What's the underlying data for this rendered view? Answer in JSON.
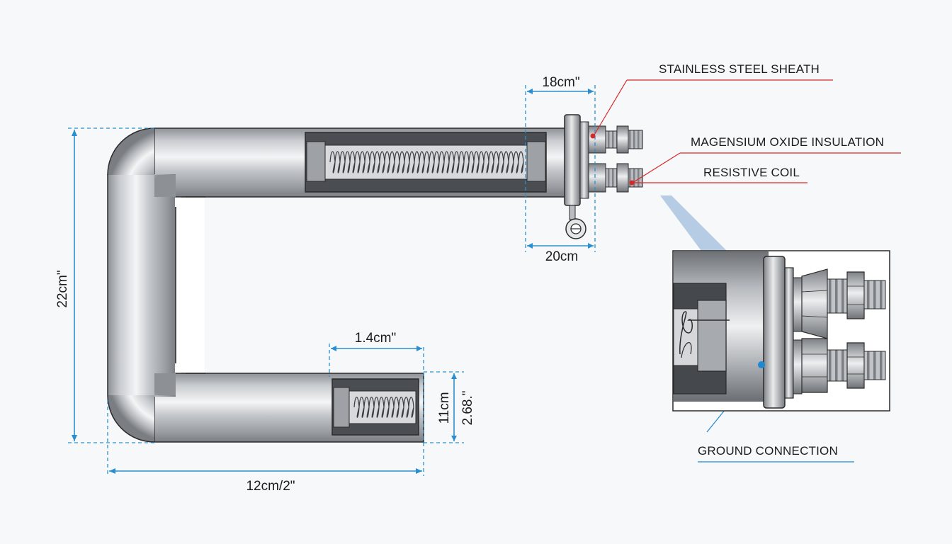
{
  "dimensions": {
    "top_width": "18cm\"",
    "flange_width": "20cm",
    "height": "22cm\"",
    "bottom_width": "12cm/2\"",
    "end_width": "1.4cm\"",
    "end_height_1": "11cm",
    "end_height_2": "2.68.\""
  },
  "callouts": {
    "sheath": "STAINLESS STEEL SHEATH",
    "insulation": "MAGENSIUM OXIDE INSULATION",
    "coil": "RESISTIVE COIL",
    "ground": "GROUND CONNECTION"
  },
  "colors": {
    "dimension": "#2a8fd0",
    "leader_red": "#d42a2a",
    "ground_dot": "#1e88d0",
    "outline": "#2b2b2b"
  }
}
